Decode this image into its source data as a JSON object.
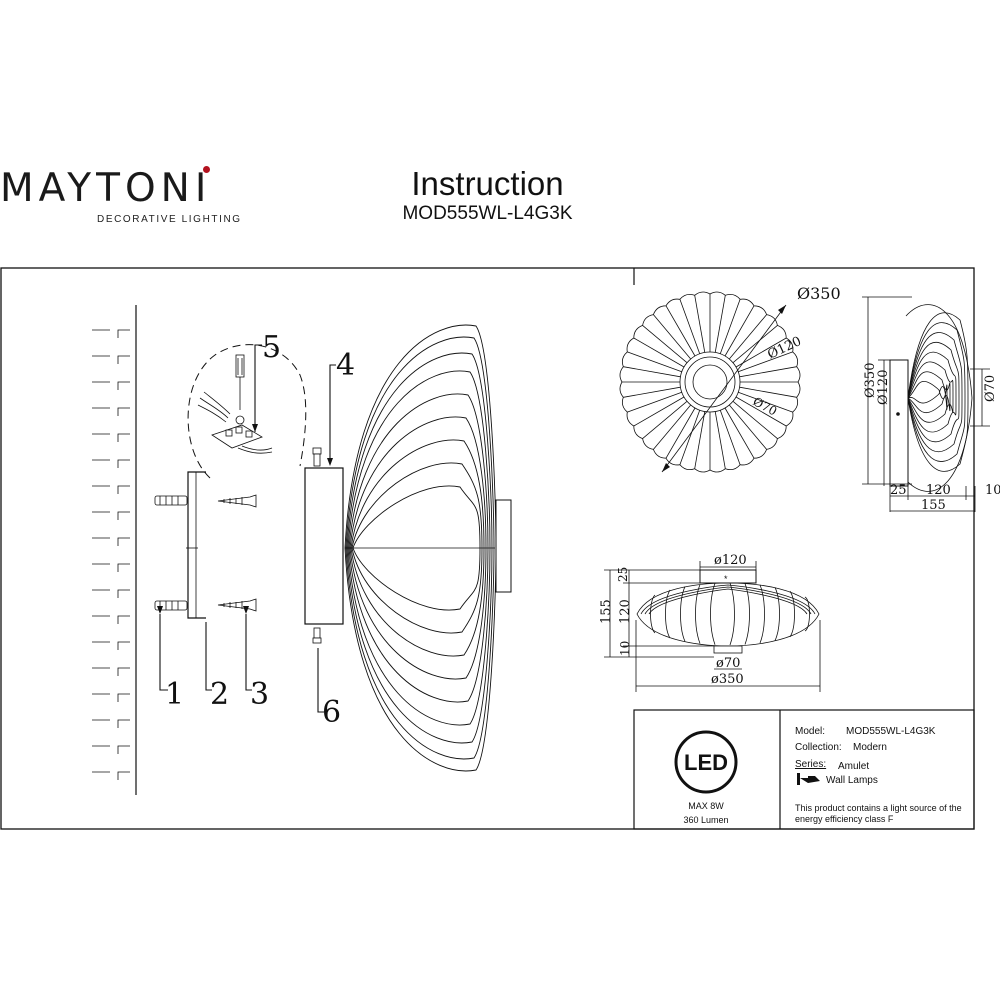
{
  "brand": {
    "name": "MAYTONI",
    "tagline": "DECORATIVE LIGHTING"
  },
  "header": {
    "title": "Instruction",
    "model": "MOD555WL-L4G3K"
  },
  "callouts": [
    "1",
    "2",
    "3",
    "4",
    "5",
    "6"
  ],
  "front_view": {
    "dims": [
      "Ø350",
      "Ø120",
      "Ø70"
    ]
  },
  "side_view": {
    "dims": [
      "Ø350",
      "Ø120",
      "Ø70",
      "25",
      "120",
      "10",
      "155"
    ]
  },
  "bottom_view": {
    "dims": [
      "ø120",
      "25",
      "155",
      "120",
      "10",
      "ø70",
      "ø350"
    ]
  },
  "spec_panel": {
    "led_badge": "LED",
    "power": "MAX 8W",
    "lumen": "360 Lumen",
    "model_label": "Model:",
    "model_value": "MOD555WL-L4G3K",
    "collection_label": "Collection:",
    "collection_value": "Modern",
    "series_label": "Series:",
    "series_value": "Amulet",
    "type_value": "Wall Lamps",
    "energy_note_1": "This product contains a light source of the",
    "energy_note_2": "energy efficiency class F"
  },
  "colors": {
    "ink": "#111111",
    "brand_dot": "#b3121f"
  }
}
